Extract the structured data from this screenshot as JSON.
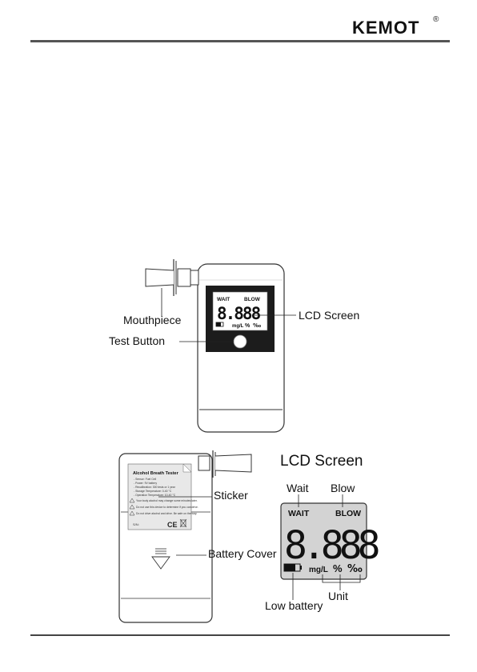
{
  "header": {
    "brand": "KEMOT",
    "registered": "®"
  },
  "device": {
    "lcd_wait": "WAIT",
    "lcd_blow": "BLOW",
    "lcd_digits": "8.888",
    "lcd_units": [
      "mg/L",
      "%",
      "‰"
    ],
    "callouts": {
      "mouthpiece": "Mouthpiece",
      "lcd_screen": "LCD Screen",
      "test_button": "Test Button"
    }
  },
  "back": {
    "sticker_title": "Alcohol Breath Tester",
    "sticker_lines": [
      "- Sensor: Fuel Cell",
      "- Power: 9V battery",
      "- Recalibration: 300 tests or 1 year",
      "- Storage Temperature: 0-40 °C",
      "- Operation Temperature: 10-40 °C"
    ],
    "sticker_warnings": [
      "Your body alcohol may change some minutes later.",
      "Do not use this device to determine if you can drive.",
      "Do not drive alcohol and drive. Be safe on the way."
    ],
    "sticker_sn": "S/N:",
    "sticker_marks": "CE",
    "callouts": {
      "sticker": "Sticker",
      "battery_cover": "Battery Cover"
    }
  },
  "lcd_legend": {
    "title": "LCD Screen",
    "wait": "Wait",
    "blow": "Blow",
    "low_battery": "Low battery",
    "unit": "Unit",
    "panel_wait": "WAIT",
    "panel_blow": "BLOW",
    "panel_digits": "8.888",
    "panel_units": [
      "mg/L",
      "%",
      "‰"
    ]
  }
}
